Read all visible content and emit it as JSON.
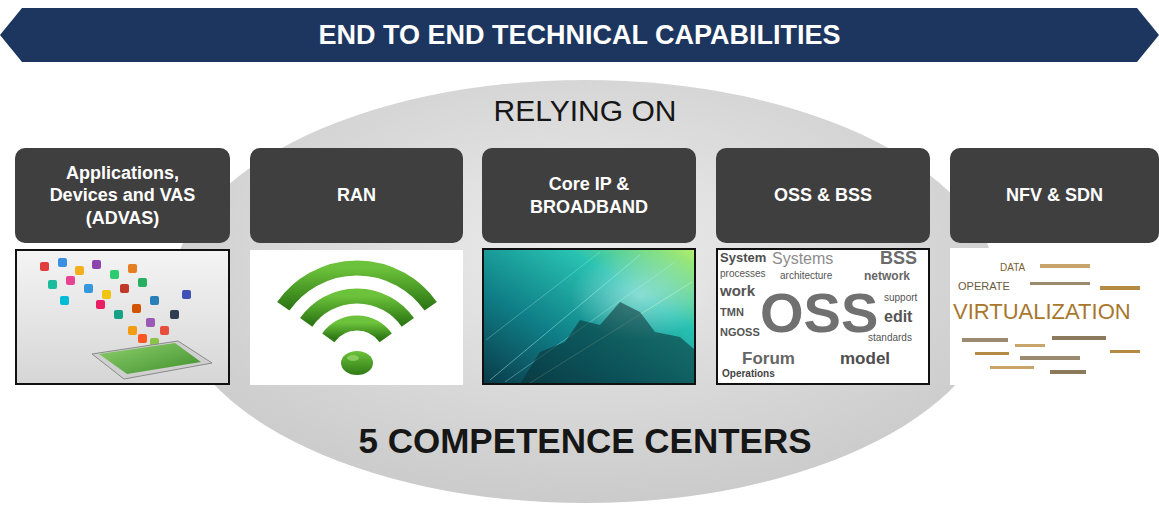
{
  "diagram": {
    "nodes": [
      {
        "text": [
          "END TO END TECHNICAL CAPABILITIES"
        ]
      },
      {
        "text": [
          "RELYING ON",
          "5 COMPETENCE CENTERS"
        ]
      },
      {
        "text": [
          "Applications, Devices and VAS (ADVAS)"
        ],
        "in": 1
      },
      {
        "text": [
          "RAN"
        ],
        "in": 1
      },
      {
        "text": [
          "Core IP & BROADBAND"
        ],
        "in": 1
      },
      {
        "text": [
          "OSS & BSS"
        ],
        "in": 1
      },
      {
        "text": [
          "NFV & SDN"
        ],
        "in": 1
      }
    ],
    "labels": [
      "System",
      "Systems",
      "BSS",
      "processes",
      "architecture",
      "network",
      "work",
      "OSS",
      "support",
      "TMN",
      "edit",
      "NGOSS",
      "standards",
      "Forum",
      "model",
      "Operations",
      "DATA",
      "OPERATE",
      "VIRTUALIZATION"
    ]
  }
}
